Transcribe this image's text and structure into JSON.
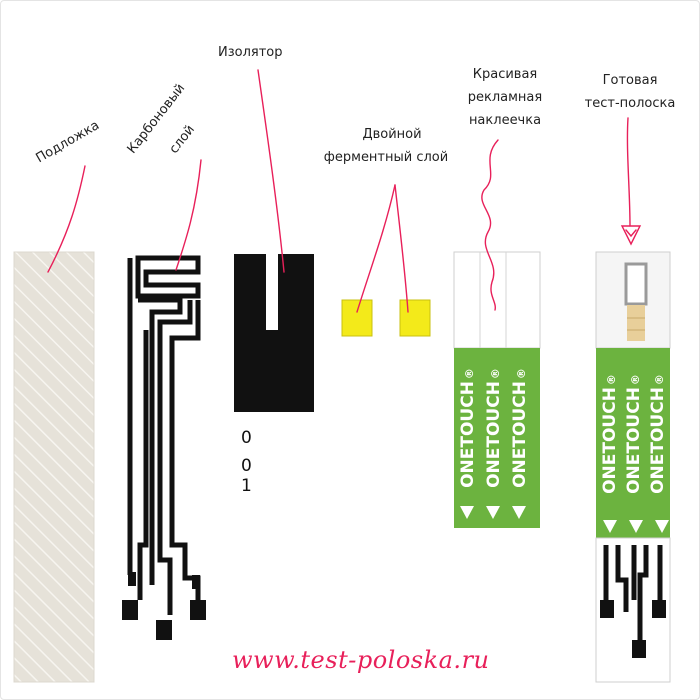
{
  "title_labels": {
    "podlozhka": "Подложка",
    "karbon_1": "Карбоновый",
    "karbon_2": "слой",
    "izolyator": "Изолятор",
    "ferment_1": "Двойной",
    "ferment_2": "ферментный слой",
    "naklejka_1": "Красивая",
    "naklejka_2": "рекламная",
    "naklejka_3": "наклеечка",
    "gotovaya_1": "Готовая",
    "gotovaya_2": "тест-полоска"
  },
  "digits": {
    "line1": "0",
    "line2": "0",
    "line3": "1"
  },
  "brand_text": "ONETOUCH",
  "registered_mark": "®",
  "footer_url": "www.test-poloska.ru",
  "colors": {
    "pointer": "#e8205a",
    "green": "#6cb33f",
    "yellow": "#f3ea1a",
    "substrate": "#e6e2d9",
    "black": "#111111"
  }
}
